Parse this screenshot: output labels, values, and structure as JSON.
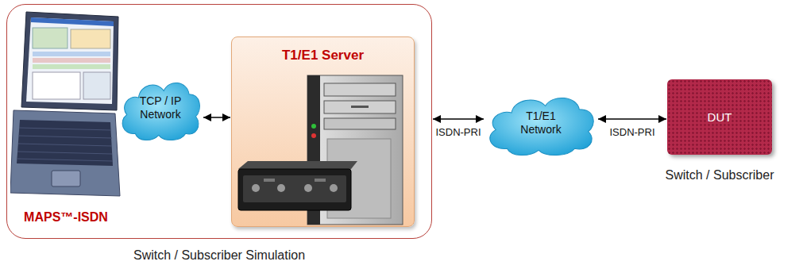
{
  "diagram": {
    "nodes": [
      {
        "text": [
          "Switch / Subscriber Simulation"
        ]
      },
      {
        "text": [
          "MAPS™-ISDN"
        ],
        "in": 0
      },
      {
        "text": [
          "TCP / IP Network"
        ],
        "in": 0
      },
      {
        "text": [
          "T1/E1 Server"
        ],
        "in": 0
      },
      {
        "text": [
          "T1/E1 Network"
        ]
      },
      {
        "text": [
          "DUT",
          "Switch / Subscriber"
        ]
      }
    ],
    "edges": [
      {
        "from": 2,
        "to": 3,
        "arrow": "both"
      },
      {
        "from": 0,
        "to": 4,
        "label": "ISDN-PRI",
        "arrow": "both"
      },
      {
        "from": 4,
        "to": 5,
        "label": "ISDN-PRI",
        "arrow": "both"
      }
    ]
  }
}
